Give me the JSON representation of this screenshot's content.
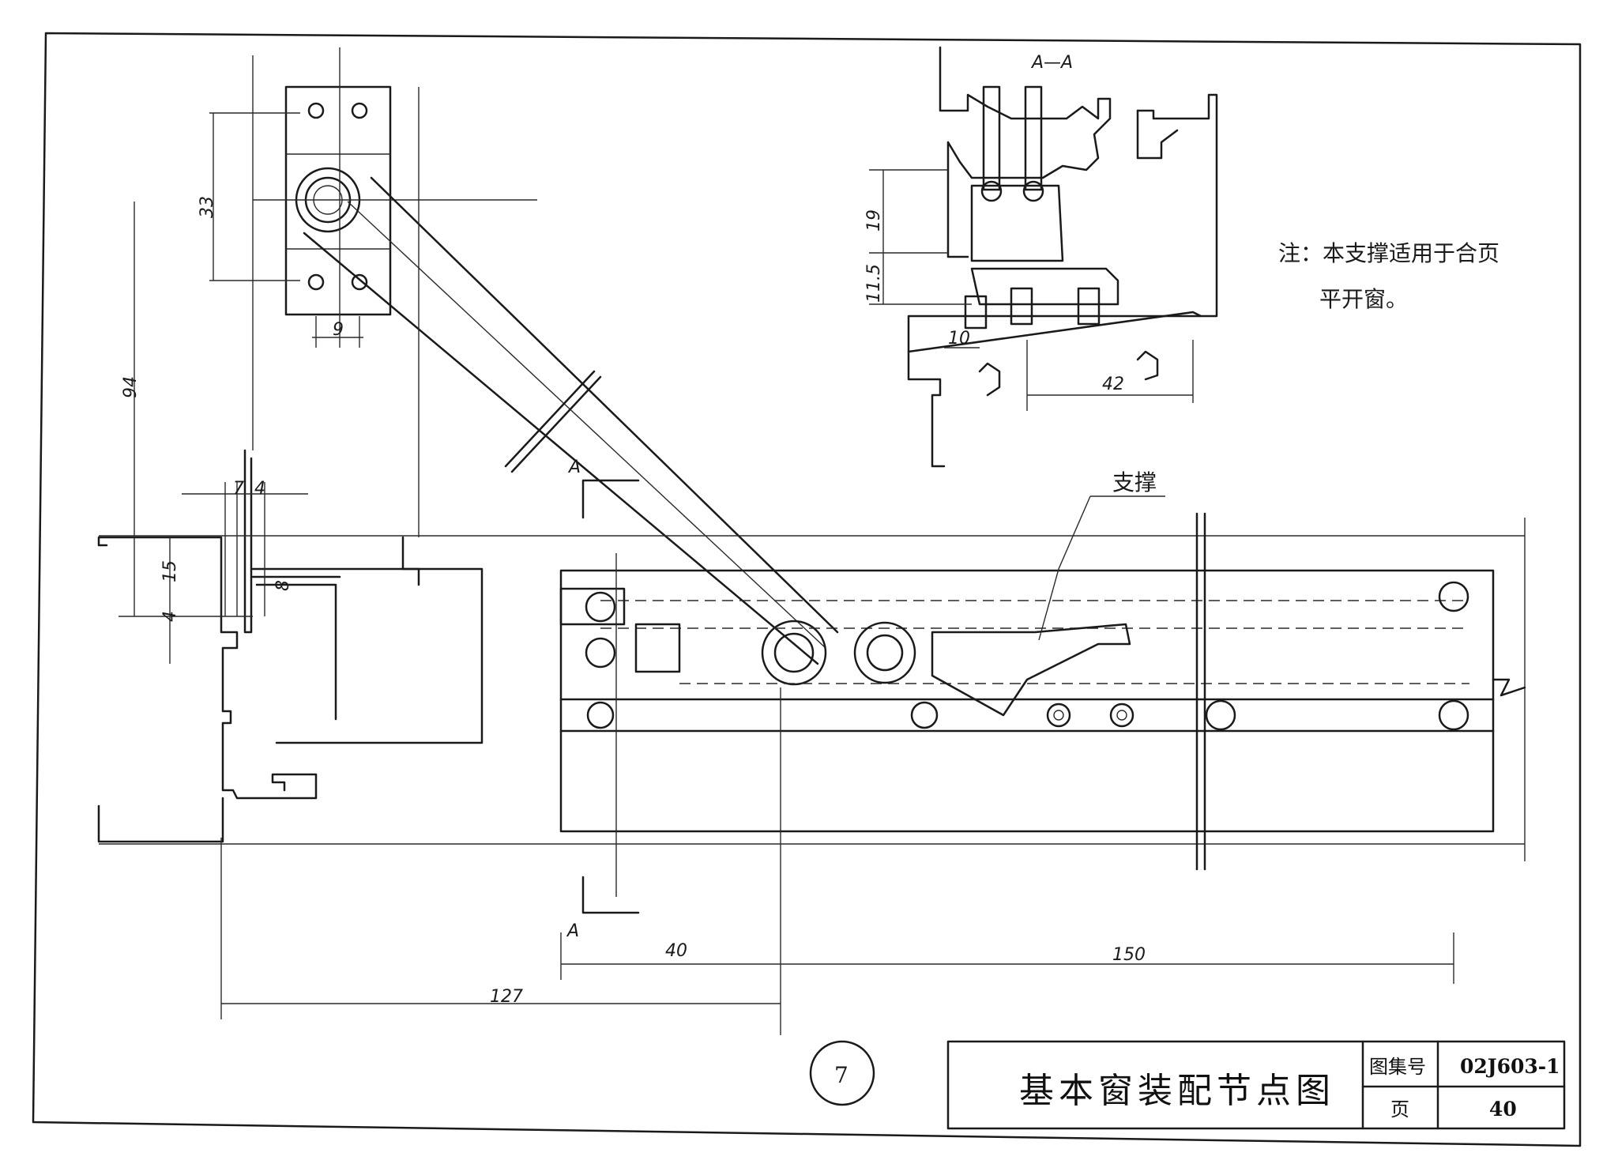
{
  "section_label": "A—A",
  "section_mark_top": "A",
  "section_mark_bottom": "A",
  "note": {
    "line1": "注：本支撑适用于合页",
    "line2": "平开窗。"
  },
  "callout_label": "支撑",
  "detail_number": "7",
  "title_block": {
    "title": "基本窗装配节点图",
    "atlas_label": "图集号",
    "atlas_value": "02J603-1",
    "page_label": "页",
    "page_value": "40"
  },
  "dimensions": {
    "d33": "33",
    "d9": "9",
    "d94": "94",
    "d7": "7",
    "d4a": "4",
    "d15": "15",
    "d8": "8",
    "d4b": "4",
    "d19": "19",
    "d11_5": "11.5",
    "d10": "10",
    "d42": "42",
    "d40": "40",
    "d150": "150",
    "d127": "127"
  }
}
